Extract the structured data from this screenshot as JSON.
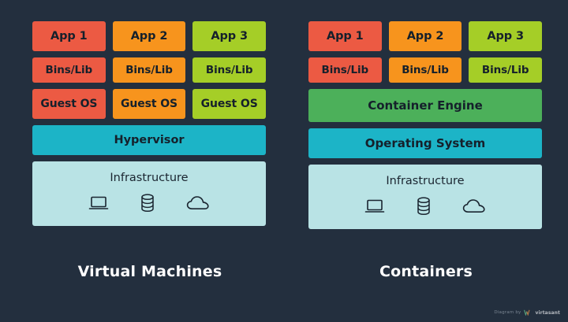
{
  "background_color": "#232f3e",
  "palette": {
    "red": "#ec5a43",
    "orange": "#f7941d",
    "lime": "#a5ce27",
    "cyan": "#1cb4c7",
    "green": "#4cb05a",
    "light_blue": "#b9e3e5",
    "text_dark": "#15202b",
    "caption_white": "#ffffff"
  },
  "panels": [
    {
      "id": "virtual-machines",
      "caption": "Virtual Machines",
      "apps": [
        "App 1",
        "App 2",
        "App 3"
      ],
      "bins": [
        "Bins/Lib",
        "Bins/Lib",
        "Bins/Lib"
      ],
      "guest_os": [
        "Guest OS",
        "Guest OS",
        "Guest OS"
      ],
      "platform_bar": "Hypervisor",
      "infrastructure": {
        "label": "Infrastructure",
        "icons": [
          "laptop-icon",
          "database-icon",
          "cloud-icon"
        ]
      }
    },
    {
      "id": "containers",
      "caption": "Containers",
      "apps": [
        "App 1",
        "App 2",
        "App 3"
      ],
      "bins": [
        "Bins/Lib",
        "Bins/Lib",
        "Bins/Lib"
      ],
      "engine_bar": "Container Engine",
      "os_bar": "Operating System",
      "infrastructure": {
        "label": "Infrastructure",
        "icons": [
          "laptop-icon",
          "database-icon",
          "cloud-icon"
        ]
      }
    }
  ],
  "watermark": {
    "prefix": "Diagram by",
    "brand": "virtasant"
  }
}
